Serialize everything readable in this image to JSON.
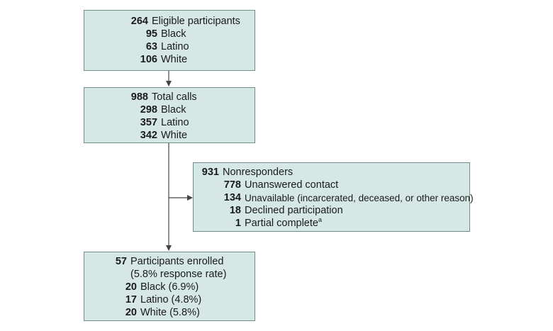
{
  "boxes": {
    "eligible": {
      "rows": [
        {
          "num": "264",
          "label": "Eligible participants"
        },
        {
          "num": "95",
          "label": "Black"
        },
        {
          "num": "63",
          "label": "Latino"
        },
        {
          "num": "106",
          "label": "White"
        }
      ]
    },
    "calls": {
      "rows": [
        {
          "num": "988",
          "label": "Total calls"
        },
        {
          "num": "298",
          "label": "Black"
        },
        {
          "num": "357",
          "label": "Latino"
        },
        {
          "num": "342",
          "label": "White"
        }
      ]
    },
    "nonresponders": {
      "rows": [
        {
          "num": "931",
          "label": "Nonresponders"
        },
        {
          "num": "778",
          "label": "Unanswered contact"
        },
        {
          "num": "134",
          "label": "Unavailable (incarcerated, deceased, or other reason)"
        },
        {
          "num": "18",
          "label": "Declined participation"
        },
        {
          "num": "1",
          "label": "Partial complete",
          "sup": "a"
        }
      ]
    },
    "enrolled": {
      "rows": [
        {
          "num": "57",
          "label": "Participants enrolled"
        },
        {
          "num": "",
          "label": "(5.8% response rate)"
        },
        {
          "num": "20",
          "label": "Black (6.9%)"
        },
        {
          "num": "17",
          "label": "Latino (4.8%)"
        },
        {
          "num": "20",
          "label": "White (5.8%)"
        }
      ]
    }
  },
  "colors": {
    "box_fill": "#d5e8e6",
    "box_border": "#6f8f8c",
    "connector": "#444444"
  }
}
